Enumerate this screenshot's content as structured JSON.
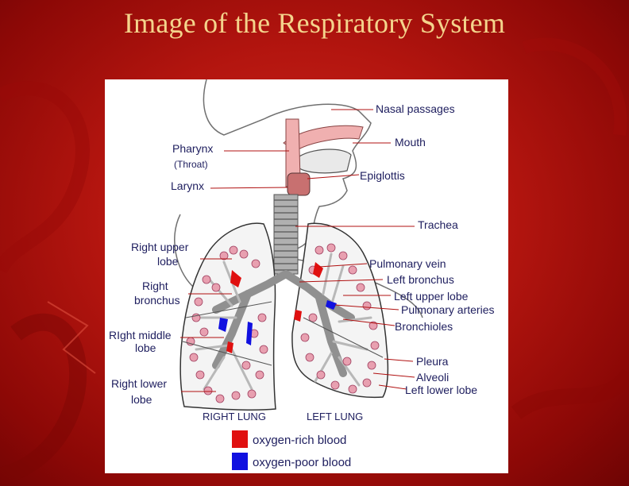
{
  "title": "Image of the Respiratory System",
  "labels": {
    "nasal_passages": "Nasal passages",
    "mouth": "Mouth",
    "pharynx": "Pharynx",
    "throat": "(Throat)",
    "epiglottis": "Epiglottis",
    "larynx": "Larynx",
    "trachea": "Trachea",
    "right_upper_lobe_1": "Right upper",
    "right_upper_lobe_2": "lobe",
    "pulmonary_vein": "Pulmonary vein",
    "left_bronchus": "Left bronchus",
    "right_bronchus_1": "Right",
    "right_bronchus_2": "bronchus",
    "left_upper_lobe": "Left upper lobe",
    "pulmonary_arteries": "Pulmonary arteries",
    "right_middle_lobe_1": "RIght middle",
    "right_middle_lobe_2": "lobe",
    "bronchioles": "Bronchioles",
    "pleura": "Pleura",
    "alveoli": "Alveoli",
    "right_lower_lobe_1": "Right lower",
    "right_lower_lobe_2": "lobe",
    "left_lower_lobe": "Left lower lobe",
    "right_lung": "RIGHT LUNG",
    "left_lung": "LEFT LUNG"
  },
  "legend": [
    {
      "label": "oxygen-rich blood",
      "color": "#e01010"
    },
    {
      "label": "oxygen-poor blood",
      "color": "#1010e0"
    }
  ],
  "colors": {
    "title": "#f4d48c",
    "background": "#b3150f",
    "label_text": "#202060",
    "pointer_line": "#b01010"
  }
}
